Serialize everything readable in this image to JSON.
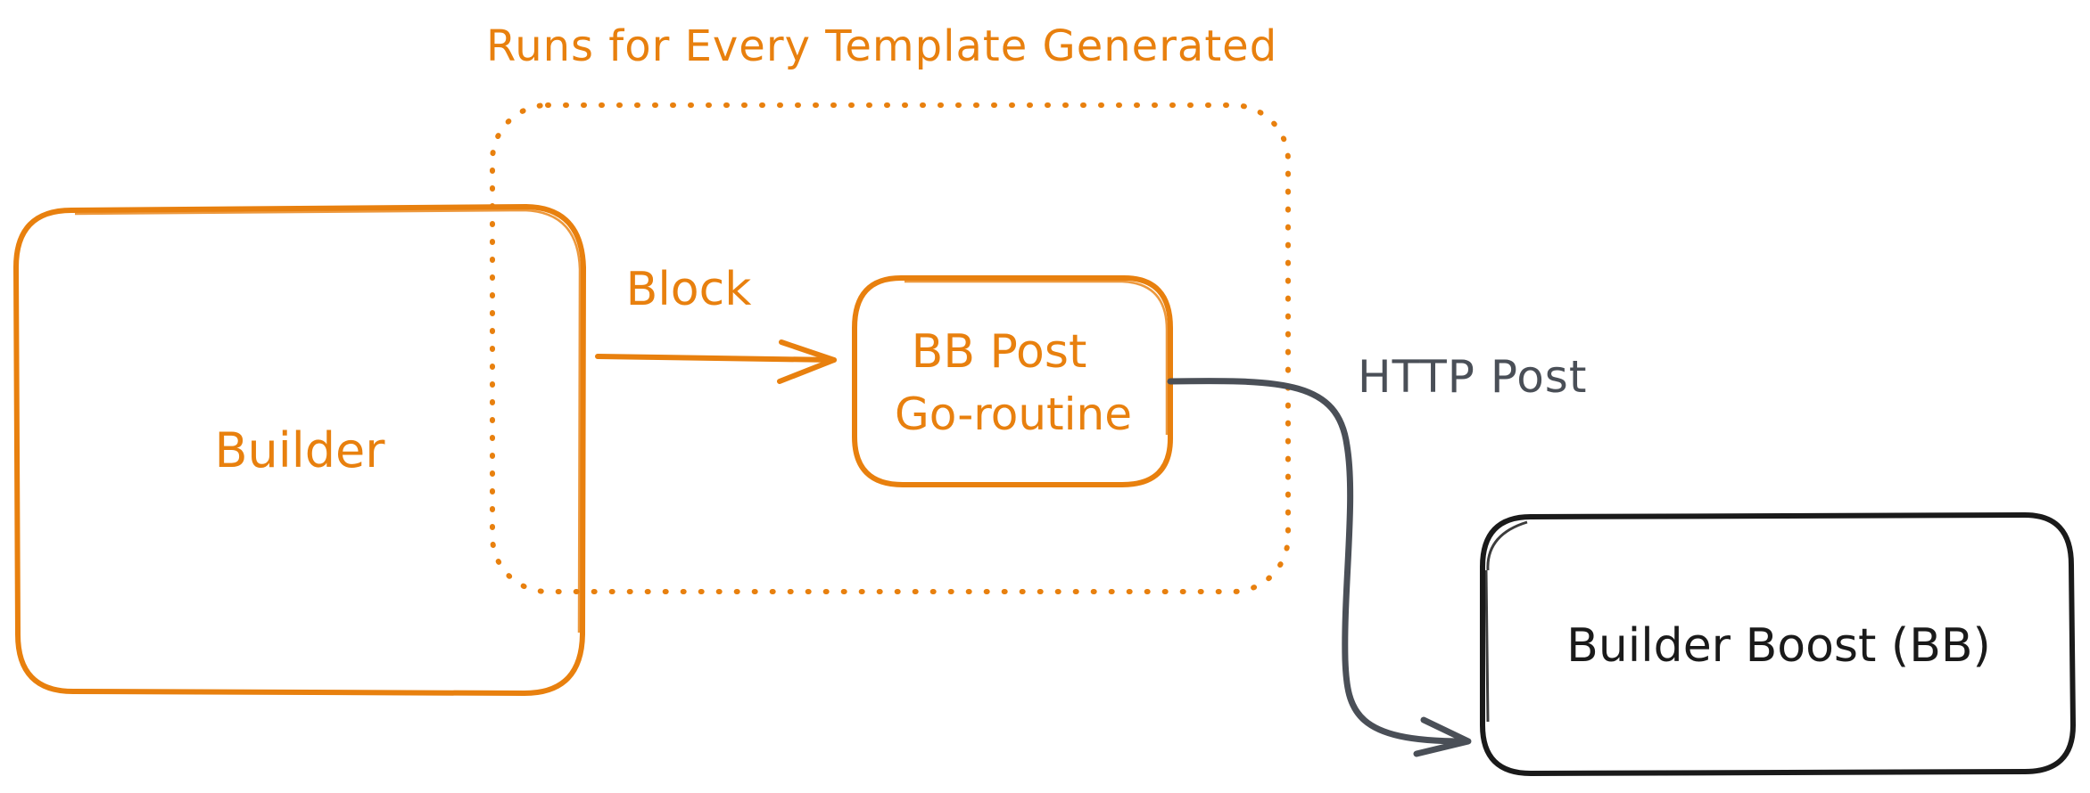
{
  "colors": {
    "orange": "#e8800e",
    "dark": "#1a1a1a",
    "grey": "#4a4f57",
    "background": "#ffffff"
  },
  "group": {
    "label": "Runs for Every Template Generated",
    "style": "dotted"
  },
  "nodes": {
    "builder": {
      "label": "Builder"
    },
    "bb_post": {
      "line1": "BB Post",
      "line2": "Go-routine"
    },
    "builder_boost": {
      "label": "Builder Boost (BB)"
    }
  },
  "edges": {
    "block": {
      "label": "Block",
      "from": "builder",
      "to": "bb_post"
    },
    "http_post": {
      "label": "HTTP Post",
      "from": "bb_post",
      "to": "builder_boost"
    }
  }
}
